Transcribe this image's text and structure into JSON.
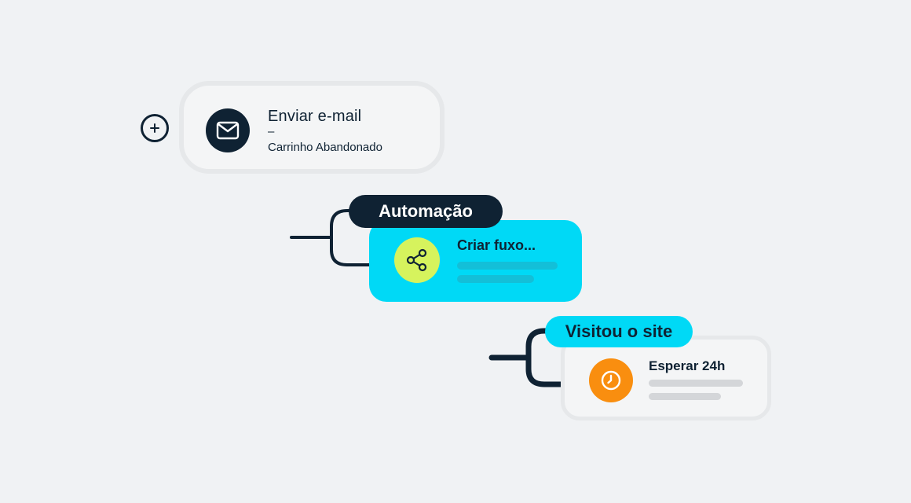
{
  "email_step": {
    "title": "Enviar e-mail",
    "separator": "–",
    "subtitle": "Carrinho Abandonado",
    "icon": "envelope-icon"
  },
  "add_button": {
    "icon": "plus-icon"
  },
  "automation_branch": {
    "label": "Automação",
    "card_title": "Criar fuxo...",
    "icon": "share-icon",
    "card_color": "#00d9f6",
    "icon_bg_color": "#d6f35d"
  },
  "visit_branch": {
    "label": "Visitou o site",
    "card_title": "Esperar 24h",
    "icon": "clock-icon",
    "icon_bg_color": "#f98e0f"
  },
  "colors": {
    "background": "#f0f2f4",
    "navy": "#0f2233",
    "cyan": "#00d9f6",
    "lime": "#d6f35d",
    "orange": "#f98e0f"
  }
}
